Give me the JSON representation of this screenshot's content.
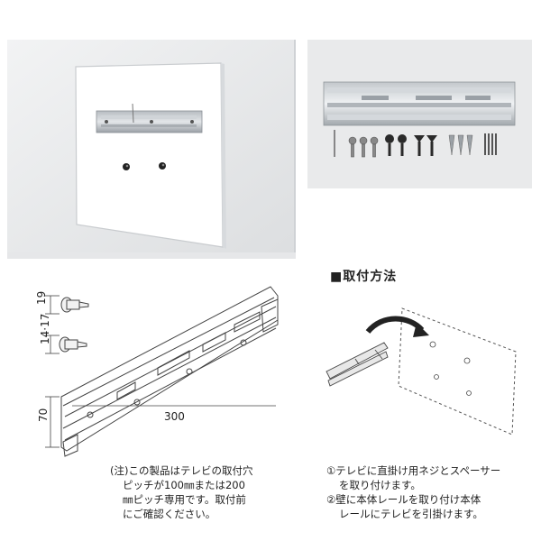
{
  "dimensions": {
    "height_19": "19",
    "height_14_17": "14·17",
    "length_300": "300",
    "height_70": "70"
  },
  "method": {
    "title": "■取付方法",
    "steps": [
      "①テレビに直掛け用ネジとスペーサー",
      "を取り付けます。",
      "②壁に本体レールを取り付け本体",
      "レールにテレビを引掛けます。"
    ]
  },
  "note": {
    "lines": [
      "(注)この製品はテレビの取付穴",
      "ピッチが100㎜または200",
      "㎜ピッチ専用です。取付前",
      "にご確認ください。"
    ]
  }
}
